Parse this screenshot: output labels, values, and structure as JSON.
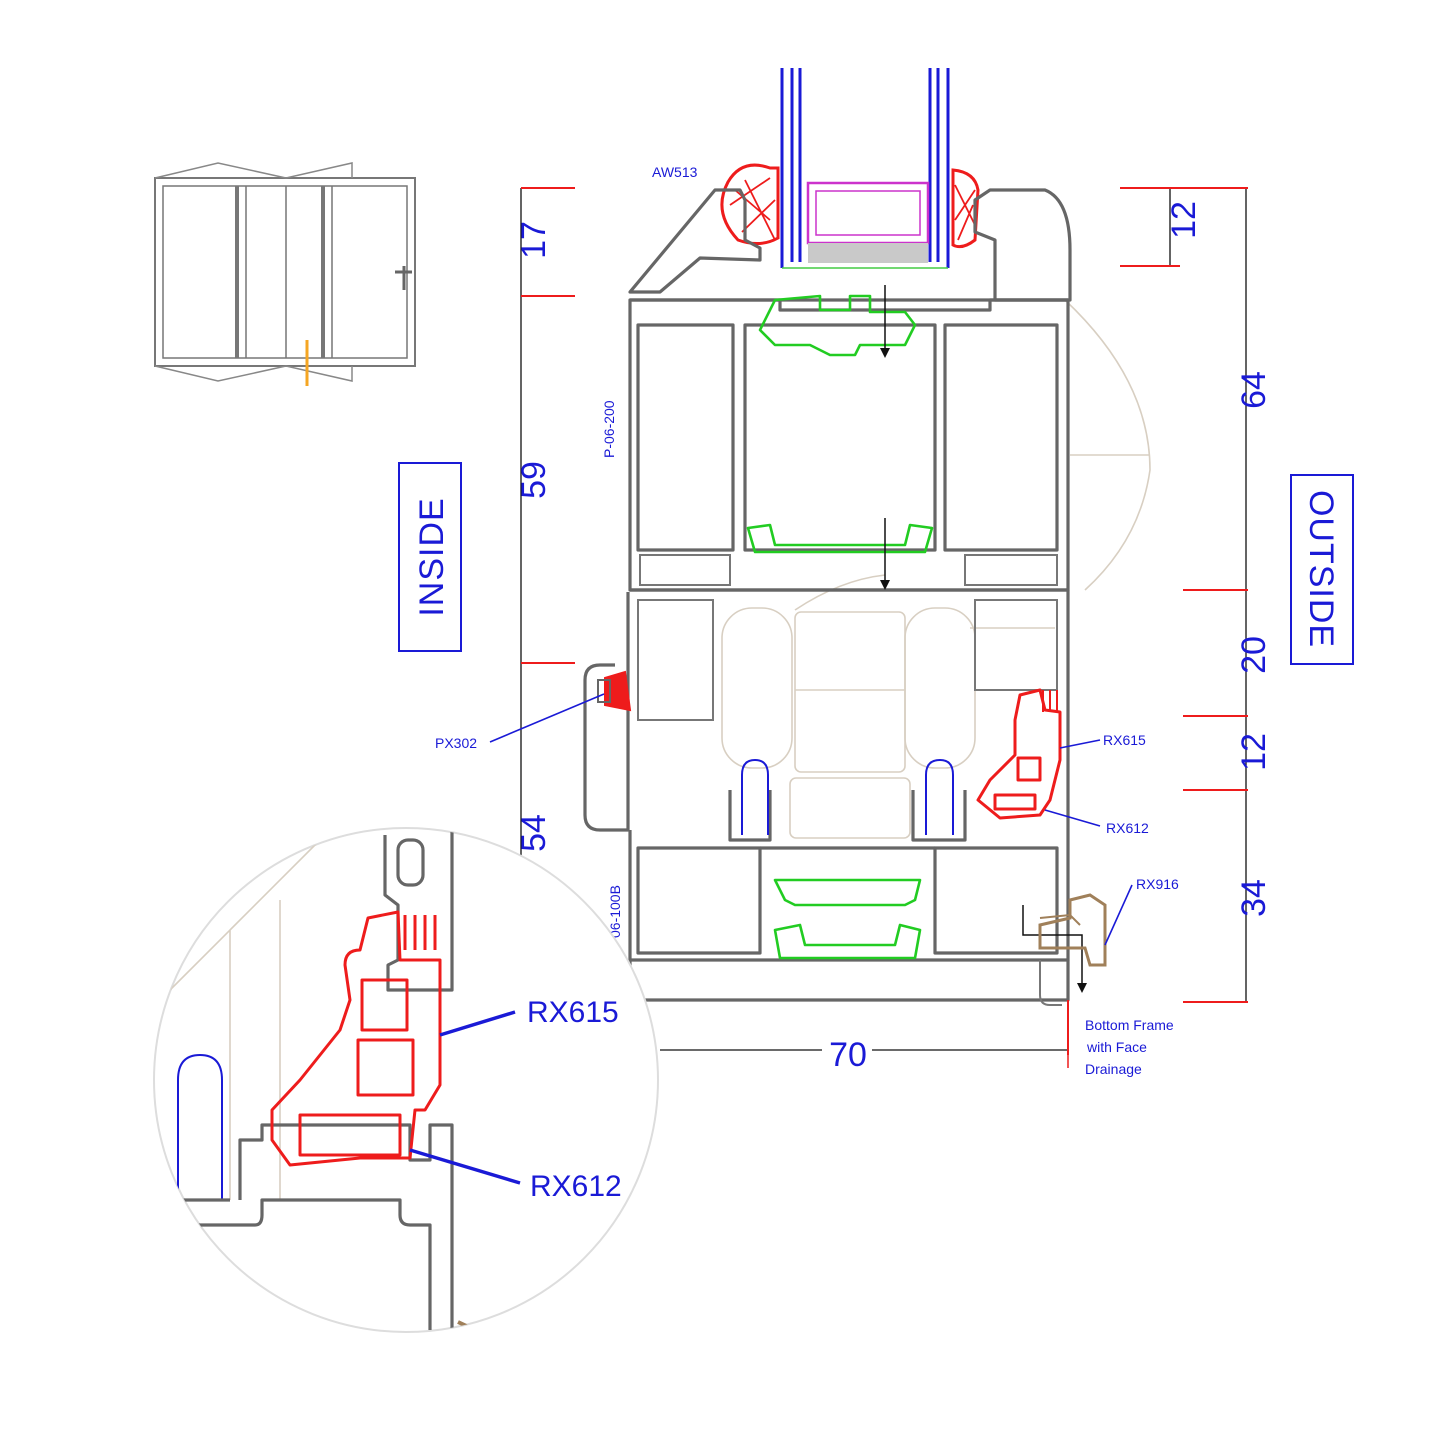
{
  "labels": {
    "aw513": "AW513",
    "px302": "PX302",
    "rx615": "RX615",
    "rx612": "RX612",
    "rx916": "RX916",
    "p06200": "P-06-200",
    "p06100b": "06-100B",
    "bottom_frame_line1": "Bottom Frame",
    "bottom_frame_line2": "with Face",
    "bottom_frame_line3": "Drainage"
  },
  "sides": {
    "inside": "INSIDE",
    "outside": "OUTSIDE"
  },
  "dimensions": {
    "left": [
      "17",
      "59",
      "54"
    ],
    "right": [
      "12",
      "64",
      "20",
      "12",
      "34"
    ],
    "bottom": "70"
  },
  "zoom": {
    "rx615": "RX615",
    "rx612": "RX612"
  },
  "colors": {
    "profile": "#666666",
    "gasket": "#ee1c1c",
    "thermal_break": "#22cc22",
    "glass": "#1a1ad6",
    "spacer": "#cc33cc",
    "drainage": "#a0805a",
    "text": "#1a1ad6"
  },
  "icons": [
    "bifold-door-thumbnail-icon",
    "drainage-arrow-icon"
  ]
}
